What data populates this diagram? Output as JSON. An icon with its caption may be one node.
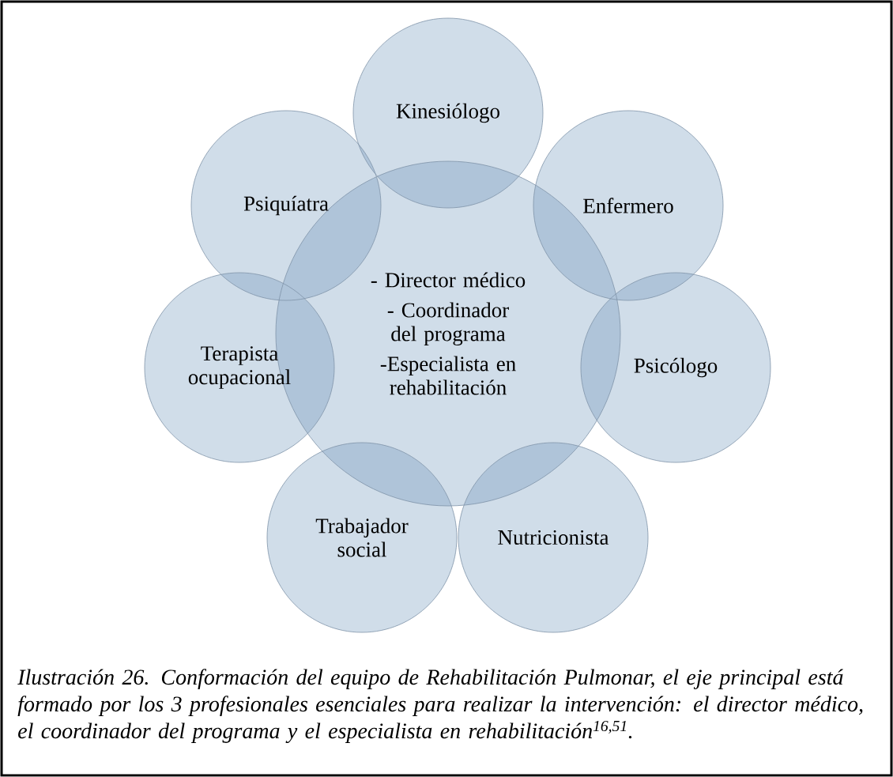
{
  "diagram": {
    "nodes": [
      {
        "text": [
          "- Director médico",
          "- Coordinador del programa",
          "-Especialista en rehabilitación"
        ]
      },
      {
        "text": [
          "Kinesiólogo"
        ]
      },
      {
        "text": [
          "Enfermero"
        ]
      },
      {
        "text": [
          "Psicólogo"
        ]
      },
      {
        "text": [
          "Nutricionista"
        ]
      },
      {
        "text": [
          "Trabajador social"
        ]
      },
      {
        "text": [
          "Terapista ocupacional"
        ]
      },
      {
        "text": [
          "Psiquíatra"
        ]
      }
    ],
    "caption": "Ilustración 26. Conformación del equipo de Rehabilitación Pulmonar, el eje principal está formado por los 3 profesionales esenciales para realizar la intervención: el director médico, el coordinador del programa y el especialista en rehabilitación$^{16,51}$."
  }
}
